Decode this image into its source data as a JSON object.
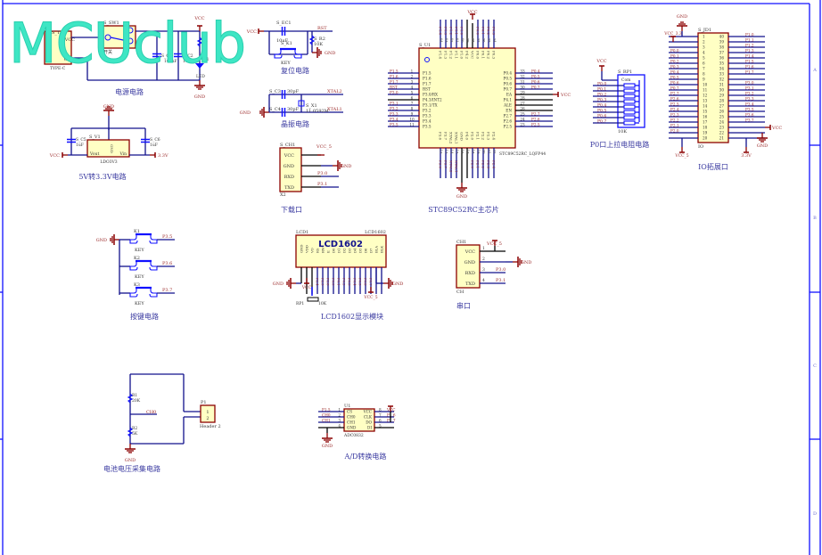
{
  "logo": "MCUclub",
  "colors": {
    "wire": "#10108c",
    "net": "#9b2a2a",
    "body": "#ffffc4",
    "outline": "#8b0000",
    "title": "#3a3aa0",
    "logo": "#3ee6c4",
    "border": "#1010ff"
  },
  "frame": {
    "zones": [
      "A",
      "B",
      "C",
      "D"
    ]
  },
  "power": {
    "title": "电源电路",
    "ref": "S_T1",
    "part": "TYPE-C",
    "pin_vcc": "VCC",
    "pin_gnd": "GND",
    "switch_ref": "S_SW1",
    "switch_label": "开关",
    "c1": "S_C1",
    "c1_val": "100nF",
    "c2": "S_C2",
    "c2_val": "10",
    "vcc": "VCC",
    "r1": "R1",
    "d1": "D1",
    "led": "LED",
    "gnd": "GND"
  },
  "ldo": {
    "title": "5V转3.3V电路",
    "ref": "S_V1",
    "part": "LDO3V3",
    "gnd": "GND",
    "gnd_pin": "GND",
    "vout": "Vout",
    "vin": "Vin",
    "c5": "S_C5",
    "c5_val": "1uF",
    "c6": "S_C6",
    "c6_val": "1uF",
    "vcc": "VCC",
    "v33": "3.3V"
  },
  "reset": {
    "title": "复位电路",
    "vcc": "VCC",
    "ec": "S_EC1",
    "ec_val": "10uF",
    "key_ref": "S_K1",
    "key": "KEY",
    "r": "S_R2",
    "r_val": "10K",
    "net": "RST",
    "gnd": "GND"
  },
  "crystal": {
    "title": "晶振电路",
    "c3": "S_C3",
    "c3_val": "30pF",
    "c4": "S_C4",
    "c4_val": "30pF",
    "x": "S_X1",
    "x_val": "11.0592M",
    "xtal2": "XTAL2",
    "xtal1": "XTAL1",
    "gnd": "GND"
  },
  "download": {
    "title": "下载口",
    "ref": "S_CH1",
    "part": "X2",
    "pins": [
      "VCC",
      "GND",
      "RXD",
      "TXD"
    ],
    "nets": [
      "VCC_5",
      "GND",
      "P3.0",
      "P3.1"
    ]
  },
  "mcu": {
    "title": "STC89C52RC主芯片",
    "ref": "S_U1",
    "part": "STC89C52RC_LQFP44",
    "vcc": "VCC",
    "gnd": "GND",
    "ea_net": "VCC",
    "left": {
      "pins": [
        "P1.5",
        "P1.6",
        "P1.7",
        "RST",
        "P3.0/RX",
        "P4.3/INT2",
        "P3.1/TX",
        "P3.2",
        "P3.3",
        "P3.4",
        "P3.5"
      ],
      "nums": [
        "1",
        "2",
        "3",
        "4",
        "5",
        "6",
        "7",
        "8",
        "9",
        "10",
        "11"
      ],
      "nets": [
        "P1.5",
        "P1.6",
        "P1.7",
        "RST",
        "P3.0",
        "",
        "P3.1",
        "P3.2",
        "P3.3",
        "P3.4",
        "P3.5"
      ]
    },
    "right": {
      "pins": [
        "P0.4",
        "P0.5",
        "P0.6",
        "P0.7",
        "EA",
        "P4.1",
        "ALE",
        "EN",
        "P2.7",
        "P2.6",
        "P2.5"
      ],
      "nums": [
        "33",
        "32",
        "31",
        "30",
        "29",
        "28",
        "27",
        "26",
        "25",
        "24",
        "23"
      ],
      "nets": [
        "P0.4",
        "P0.5",
        "P0.6",
        "P0.7",
        "",
        "",
        "",
        "",
        "P2.7",
        "P2.6",
        "P2.5"
      ]
    },
    "top": {
      "pins": [
        "P1.4",
        "P1.3",
        "P1.2",
        "P1.1",
        "P1.0",
        "P4.2",
        "VCC",
        "P0.0",
        "P0.1",
        "P0.2",
        "P0.3"
      ],
      "nums": [
        "44",
        "43",
        "42",
        "41",
        "40",
        "39",
        "38",
        "37",
        "36",
        "35",
        "34"
      ],
      "nets": [
        "P1.4",
        "P1.3",
        "P1.2",
        "P1.1",
        "P1.0",
        "",
        "",
        "P0.0",
        "P0.1",
        "P0.2",
        "P0.3"
      ]
    },
    "bottom": {
      "pins": [
        "P3.6",
        "P3.7",
        "XTAL2",
        "XTAL1",
        "GND",
        "P4.0",
        "P2.0",
        "P2.1",
        "P2.2",
        "P2.3",
        "P2.4"
      ],
      "nums": [
        "12",
        "13",
        "14",
        "15",
        "16",
        "17",
        "18",
        "19",
        "20",
        "21",
        "22"
      ],
      "nets": [
        "P3.6",
        "P3.7",
        "XTAL2",
        "XTAL1",
        "",
        "",
        "P2.0",
        "P2.1",
        "P2.2",
        "P2.3",
        "P2.4"
      ]
    }
  },
  "pullup": {
    "title": "P0口上拉电阻电路",
    "ref": "S_RP1",
    "val": "10K",
    "com": "Com",
    "vcc": "VCC",
    "nets": [
      "P0.0",
      "P0.1",
      "P0.2",
      "P0.3",
      "P0.4",
      "P0.5",
      "P0.6",
      "P0.7"
    ]
  },
  "io": {
    "title": "IO拓展口",
    "ref": "S_JD1",
    "part": "IO",
    "gnd": "GND",
    "vcc33": "VCC_3.3",
    "vcc5": "VCC_5",
    "v33": "3.3V",
    "vcc": "VCC",
    "gnd2": "GND",
    "left_nets": [
      "",
      "",
      "",
      "P0.0",
      "P0.1",
      "P0.2",
      "P0.3",
      "P0.4",
      "P0.5",
      "P0.6",
      "P0.7",
      "P2.7",
      "P2.6",
      "P2.5",
      "P2.4",
      "P2.3",
      "P2.2",
      "P2.1",
      "P2.0",
      ""
    ],
    "right_nets": [
      "P1.0",
      "P1.1",
      "P1.2",
      "P1.3",
      "P1.4",
      "P1.5",
      "P1.6",
      "P1.7",
      "",
      "P3.0",
      "P3.1",
      "P3.2",
      "P3.3",
      "P3.4",
      "P3.5",
      "P3.6",
      "P3.7",
      "",
      "",
      ""
    ]
  },
  "keys": {
    "title": "按键电路",
    "gnd": "GND",
    "items": [
      {
        "ref": "K1",
        "label": "KEY",
        "net": "P3.5"
      },
      {
        "ref": "K2",
        "label": "KEY",
        "net": "P3.6"
      },
      {
        "ref": "K3",
        "label": "KEY",
        "net": "P3.7"
      }
    ]
  },
  "lcd": {
    "title": "LCD1602显示模块",
    "ref": "LCD1",
    "part": "LCD1602",
    "name": "LCD1602",
    "gnd_l": "GND",
    "gnd_r": "GND",
    "vcc": "VCC",
    "vcc5": "VCC_5",
    "rp": "RP1",
    "rp_val": "10K",
    "pins": [
      "GND",
      "VDD",
      "VO",
      "RS",
      "RW",
      "E",
      "D0",
      "D1",
      "D2",
      "D3",
      "D4",
      "D5",
      "D6",
      "D7",
      "BLA",
      "BLK"
    ],
    "nets": [
      "",
      "",
      "",
      "P2.4",
      "P2.5",
      "P2.6",
      "P0.0",
      "P0.1",
      "P0.2",
      "P0.3",
      "P0.4",
      "P0.5",
      "P0.6",
      "P0.7",
      "",
      ""
    ]
  },
  "serial": {
    "title": "串口",
    "ref": "CH1",
    "part": "CH",
    "pins": [
      "VCC",
      "GND",
      "RXD",
      "TXD"
    ],
    "nets": [
      "VCC_5",
      "GND",
      "P3.0",
      "P3.1"
    ]
  },
  "battery": {
    "title": "电池电压采集电路",
    "r1": "R1",
    "r1_val": "20K",
    "r2": "R2",
    "r2_val": "5K",
    "net": "CH0",
    "p": "P1",
    "part": "Header 2",
    "pins": [
      "1",
      "2"
    ],
    "gnd": "GND"
  },
  "adc": {
    "title": "A/D转换电路",
    "ref": "U1",
    "part": "ADC0832",
    "pins_l": [
      "CS",
      "CH0",
      "CH1",
      "GND"
    ],
    "pins_r": [
      "VCC",
      "CLK",
      "DO",
      "DI"
    ],
    "nums_l": [
      "1",
      "2",
      "3",
      "4"
    ],
    "nums_r": [
      "8",
      "7",
      "6",
      "5"
    ],
    "nets_l": [
      "P1.5",
      "CH0",
      "CH1",
      ""
    ],
    "nets_r": [
      "VCC",
      "P1.6",
      "P1.7",
      ""
    ],
    "gnd": "GND"
  }
}
